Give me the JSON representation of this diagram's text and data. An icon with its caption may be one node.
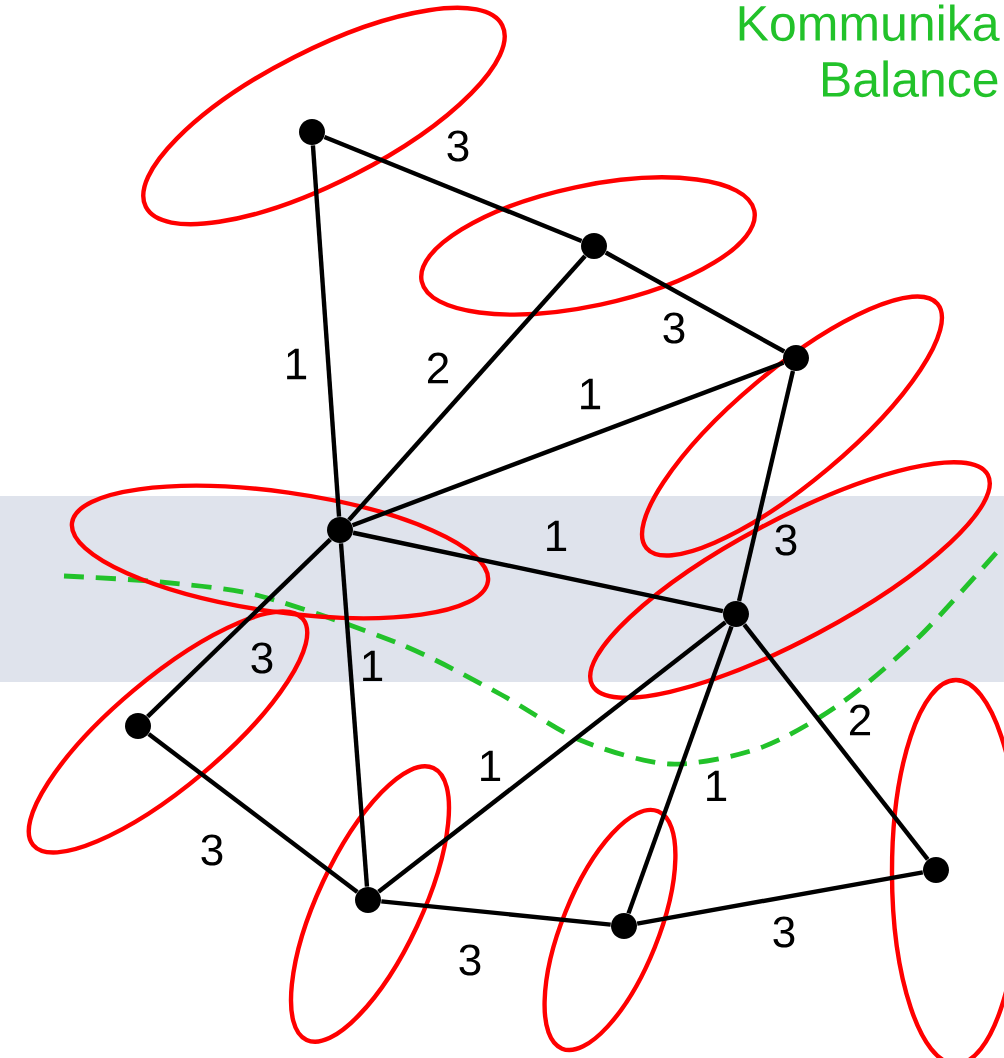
{
  "diagram": {
    "nodes": [
      {
        "text": [],
        "shape": "circle"
      },
      {
        "text": [],
        "shape": "circle"
      },
      {
        "text": [],
        "shape": "circle"
      },
      {
        "text": [],
        "shape": "circle"
      },
      {
        "text": [],
        "shape": "circle"
      },
      {
        "text": [],
        "shape": "circle"
      },
      {
        "text": [],
        "shape": "circle"
      },
      {
        "text": [],
        "shape": "circle"
      },
      {
        "text": [],
        "shape": "circle"
      }
    ],
    "edges": [
      {
        "from": 0,
        "to": 1,
        "arrow": "none",
        "label": "3"
      },
      {
        "from": 0,
        "to": 3,
        "arrow": "none",
        "label": "1"
      },
      {
        "from": 1,
        "to": 3,
        "arrow": "none",
        "label": "2"
      },
      {
        "from": 1,
        "to": 2,
        "arrow": "none",
        "label": "3"
      },
      {
        "from": 3,
        "to": 2,
        "arrow": "none",
        "label": "1"
      },
      {
        "from": 2,
        "to": 4,
        "arrow": "none",
        "label": "3"
      },
      {
        "from": 3,
        "to": 4,
        "arrow": "none",
        "label": "1"
      },
      {
        "from": 3,
        "to": 5,
        "arrow": "none",
        "label": "3"
      },
      {
        "from": 3,
        "to": 6,
        "arrow": "none",
        "label": "1"
      },
      {
        "from": 6,
        "to": 4,
        "arrow": "none",
        "label": "1"
      },
      {
        "from": 4,
        "to": 7,
        "arrow": "none",
        "label": "1"
      },
      {
        "from": 4,
        "to": 8,
        "arrow": "none",
        "label": "2"
      },
      {
        "from": 5,
        "to": 6,
        "arrow": "none",
        "label": "3"
      },
      {
        "from": 6,
        "to": 7,
        "arrow": "none",
        "label": "3"
      },
      {
        "from": 7,
        "to": 8,
        "arrow": "none",
        "label": "3"
      }
    ],
    "labels": [
      "Kommunika",
      "Balance"
    ]
  }
}
